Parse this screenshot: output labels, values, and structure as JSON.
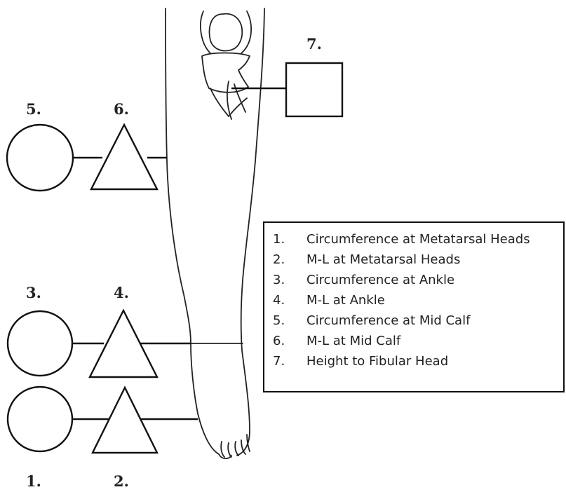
{
  "measurements": [
    {
      "number": "1.",
      "label": "Circumference at Metatarsal Heads",
      "shape": "circle"
    },
    {
      "number": "2.",
      "label": "M-L at Metatarsal Heads",
      "shape": "triangle"
    },
    {
      "number": "3.",
      "label": "Circumference at Ankle",
      "shape": "circle"
    },
    {
      "number": "4.",
      "label": "M-L at Ankle",
      "shape": "triangle"
    },
    {
      "number": "5.",
      "label": "Circumference at Mid Calf",
      "shape": "circle"
    },
    {
      "number": "6.",
      "label": "M-L at Mid Calf",
      "shape": "triangle"
    },
    {
      "number": "7.",
      "label": "Height to Fibular Head",
      "shape": "square"
    }
  ]
}
